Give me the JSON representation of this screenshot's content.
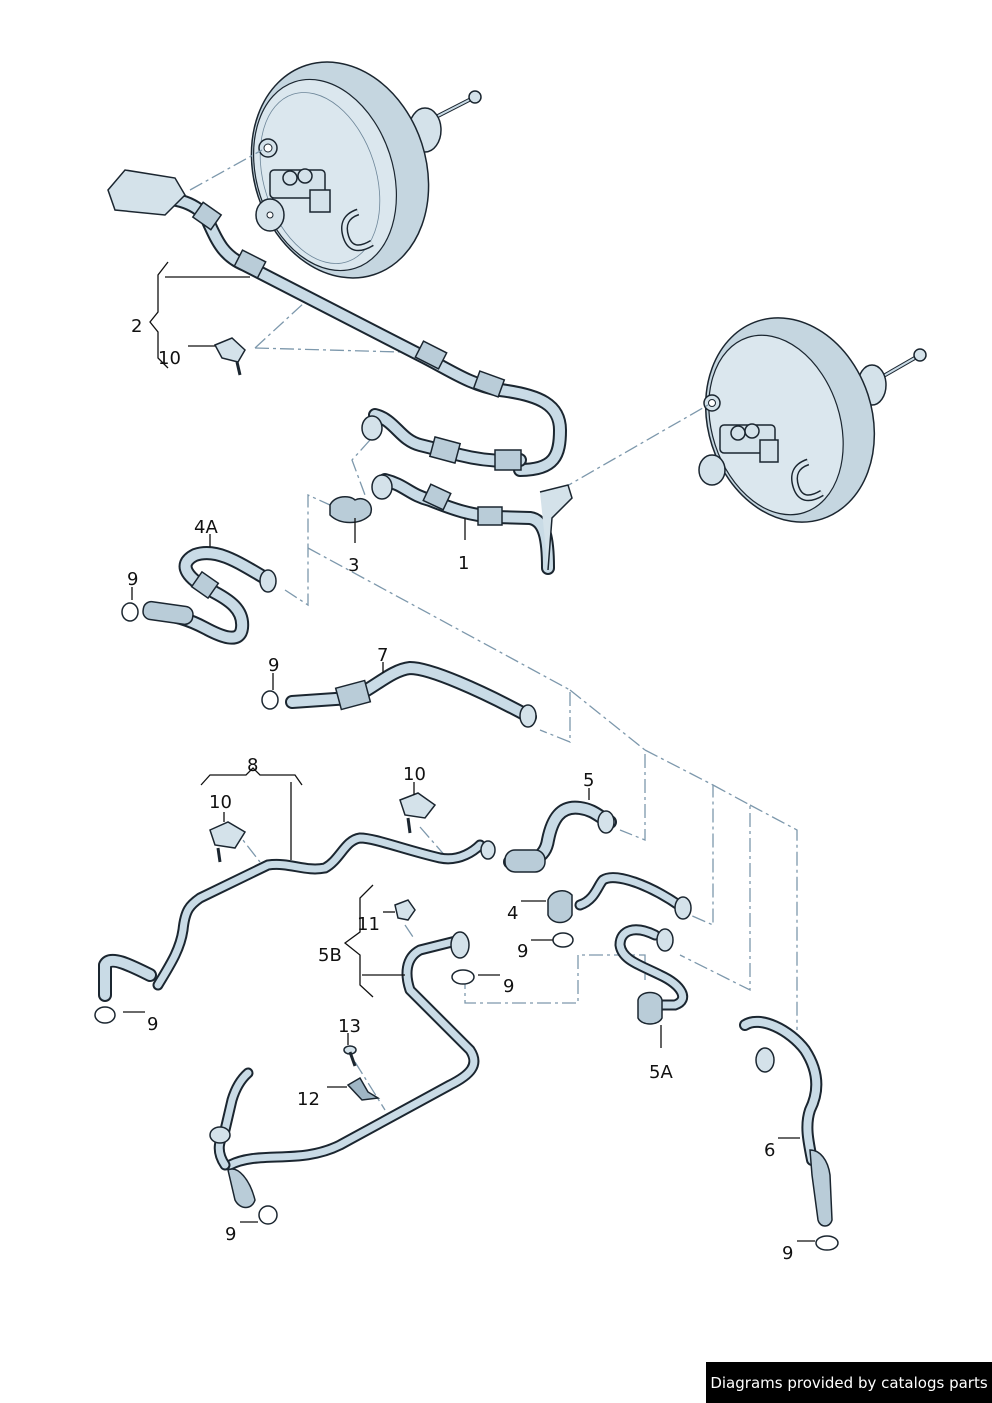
{
  "diagram": {
    "title": "Brake booster vacuum hoses parts diagram",
    "labels": {
      "p1": "1",
      "p2": "2",
      "p3": "3",
      "p4": "4",
      "p4a": "4A",
      "p5": "5",
      "p5a": "5A",
      "p5b": "5B",
      "p6": "6",
      "p7": "7",
      "p8": "8",
      "p9": "9",
      "p10": "10",
      "p11": "11",
      "p12": "12",
      "p13": "13"
    },
    "colors": {
      "line": "#1b2630",
      "hose_fill": "#c9dbe6",
      "dash_line": "#7d98ac",
      "booster_fill": "#dbe7ee"
    }
  },
  "footer": {
    "credit": "Diagrams provided by catalogs parts"
  }
}
